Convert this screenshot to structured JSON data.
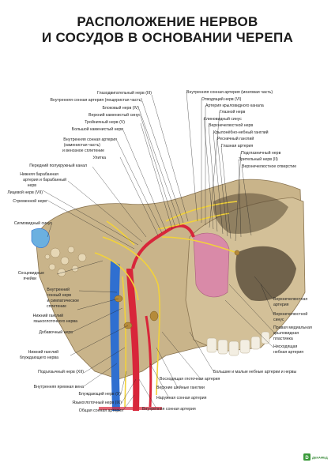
{
  "title": {
    "line1": "РАСПОЛОЖЕНИЕ НЕРВОВ",
    "line2": "И СОСУДОВ В ОСНОВАНИИ ЧЕРЕПА"
  },
  "logo": {
    "text": "ДЕКАМЕД"
  },
  "labels": {
    "left": [
      "Глазодвигательный нерв (III)",
      "Внутренняя сонная артерия (пещеристая часть)",
      "Блоковый нерв (IV)",
      "Верхний каменистый синус",
      "Тройничный нерв (V)",
      "Большой каменистый нерв",
      "Внутренняя сонная артерия",
      "(каменистая часть)",
      "и венозное сплетение",
      "Улитка",
      "Передний полукружный канал",
      "Нижняя барабанная",
      "артерия и барабанный",
      "нерв",
      "Лицевой нерв (VII)",
      "Стременной нерв",
      "Сигмовидный синус",
      "Сосцевидные",
      "ячейки",
      "Внутренний",
      "сонный нерв",
      "и симпатическое",
      "сплетение",
      "Нижний ганглий",
      "языкоглоточного нерва",
      "Добавочный нерв",
      "Нижний ганглий",
      "блуждающего нерва",
      "Подъязычный нерв (XII)",
      "Внутренняя яремная вена",
      "Блуждающий нерв (X)",
      "Языкоглоточный нерв (IX)",
      "Общая сонная артерия"
    ],
    "right": [
      "Внутренняя сонная артерия (мозговая часть)",
      "Отводящий нерв (VI)",
      "Артерия крыловидного канала",
      "Глазной нерв",
      "Клиновидный синус",
      "Верхнечелюстной нерв",
      "Крылонёбно-небный ганглий",
      "Ресничный ганглий",
      "Глазная артерия",
      "Подглазничный нерв",
      "Зрительный нерв (II)",
      "Верхнечелюстное отверстие",
      "Верхнечелюстная",
      "артерия",
      "Верхнечелюстной",
      "синус",
      "Правая медиальная",
      "крыловидная",
      "пластинка",
      "Нисходящая",
      "небная артерия"
    ],
    "bottom": [
      "Большие и малые небные артерии и нервы",
      "Восходящая глоточная артерия",
      "Верхние шейные ганглии",
      "Наружная сонная артерия",
      "Внутренняя сонная артерия"
    ]
  },
  "colors": {
    "bone": "#c9b48a",
    "bone_dark": "#8a7450",
    "nerve": "#f2d23a",
    "artery": "#d8263a",
    "vein": "#2f6fd0",
    "membrane": "#d98aa8",
    "sinus": "#6bb0e0",
    "leader": "#222222"
  }
}
